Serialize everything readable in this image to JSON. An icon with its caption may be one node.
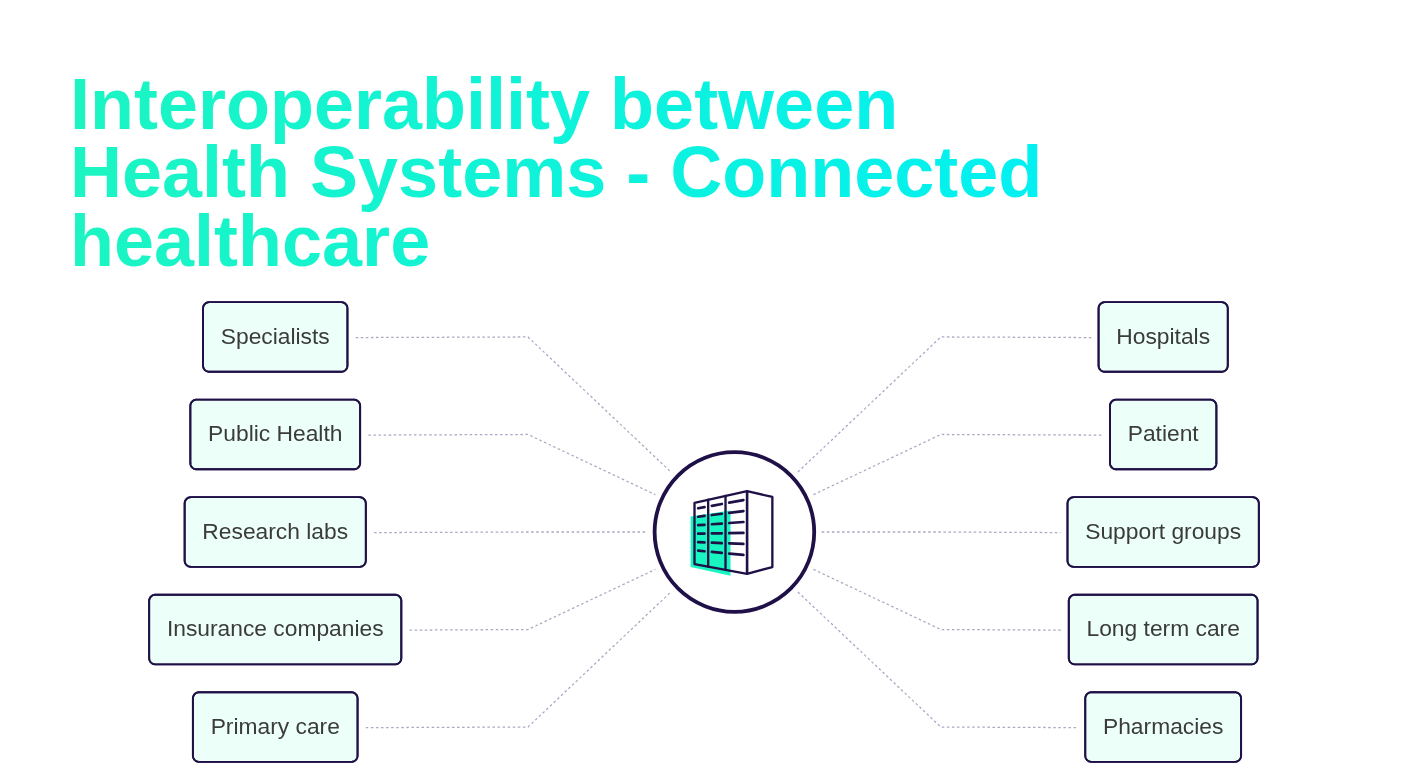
{
  "diagram": {
    "title": "Interoperability between Health Systems - Connected healthcare",
    "nodes": [
      {
        "text": [],
        "shape": "circle"
      },
      {
        "text": [
          "Hospitals"
        ]
      },
      {
        "text": [
          "Patient"
        ]
      },
      {
        "text": [
          "Specialists"
        ]
      },
      {
        "text": [
          "Support groups"
        ]
      },
      {
        "text": [
          "Public Health"
        ]
      },
      {
        "text": [
          "Research labs"
        ]
      },
      {
        "text": [
          "Long term care"
        ]
      },
      {
        "text": [
          "Pharmacies"
        ]
      },
      {
        "text": [
          "Insurance companies"
        ]
      },
      {
        "text": [
          "Primary care"
        ]
      }
    ],
    "edges": [
      {
        "from": 0,
        "to": 1,
        "arrow": "none",
        "style": "dashed"
      },
      {
        "from": 0,
        "to": 2,
        "arrow": "none",
        "style": "dashed"
      },
      {
        "from": 3,
        "to": 0,
        "arrow": "none",
        "style": "dashed"
      },
      {
        "from": 0,
        "to": 4,
        "arrow": "none",
        "style": "dashed"
      },
      {
        "from": 5,
        "to": 0,
        "arrow": "none",
        "style": "dashed"
      },
      {
        "from": 6,
        "to": 0,
        "arrow": "none",
        "style": "dashed"
      },
      {
        "from": 0,
        "to": 7,
        "arrow": "none",
        "style": "dashed"
      },
      {
        "from": 0,
        "to": 8,
        "arrow": "none",
        "style": "dashed"
      },
      {
        "from": 9,
        "to": 0,
        "arrow": "none",
        "style": "dashed"
      },
      {
        "from": 10,
        "to": 0,
        "arrow": "none",
        "style": "dashed"
      }
    ]
  }
}
